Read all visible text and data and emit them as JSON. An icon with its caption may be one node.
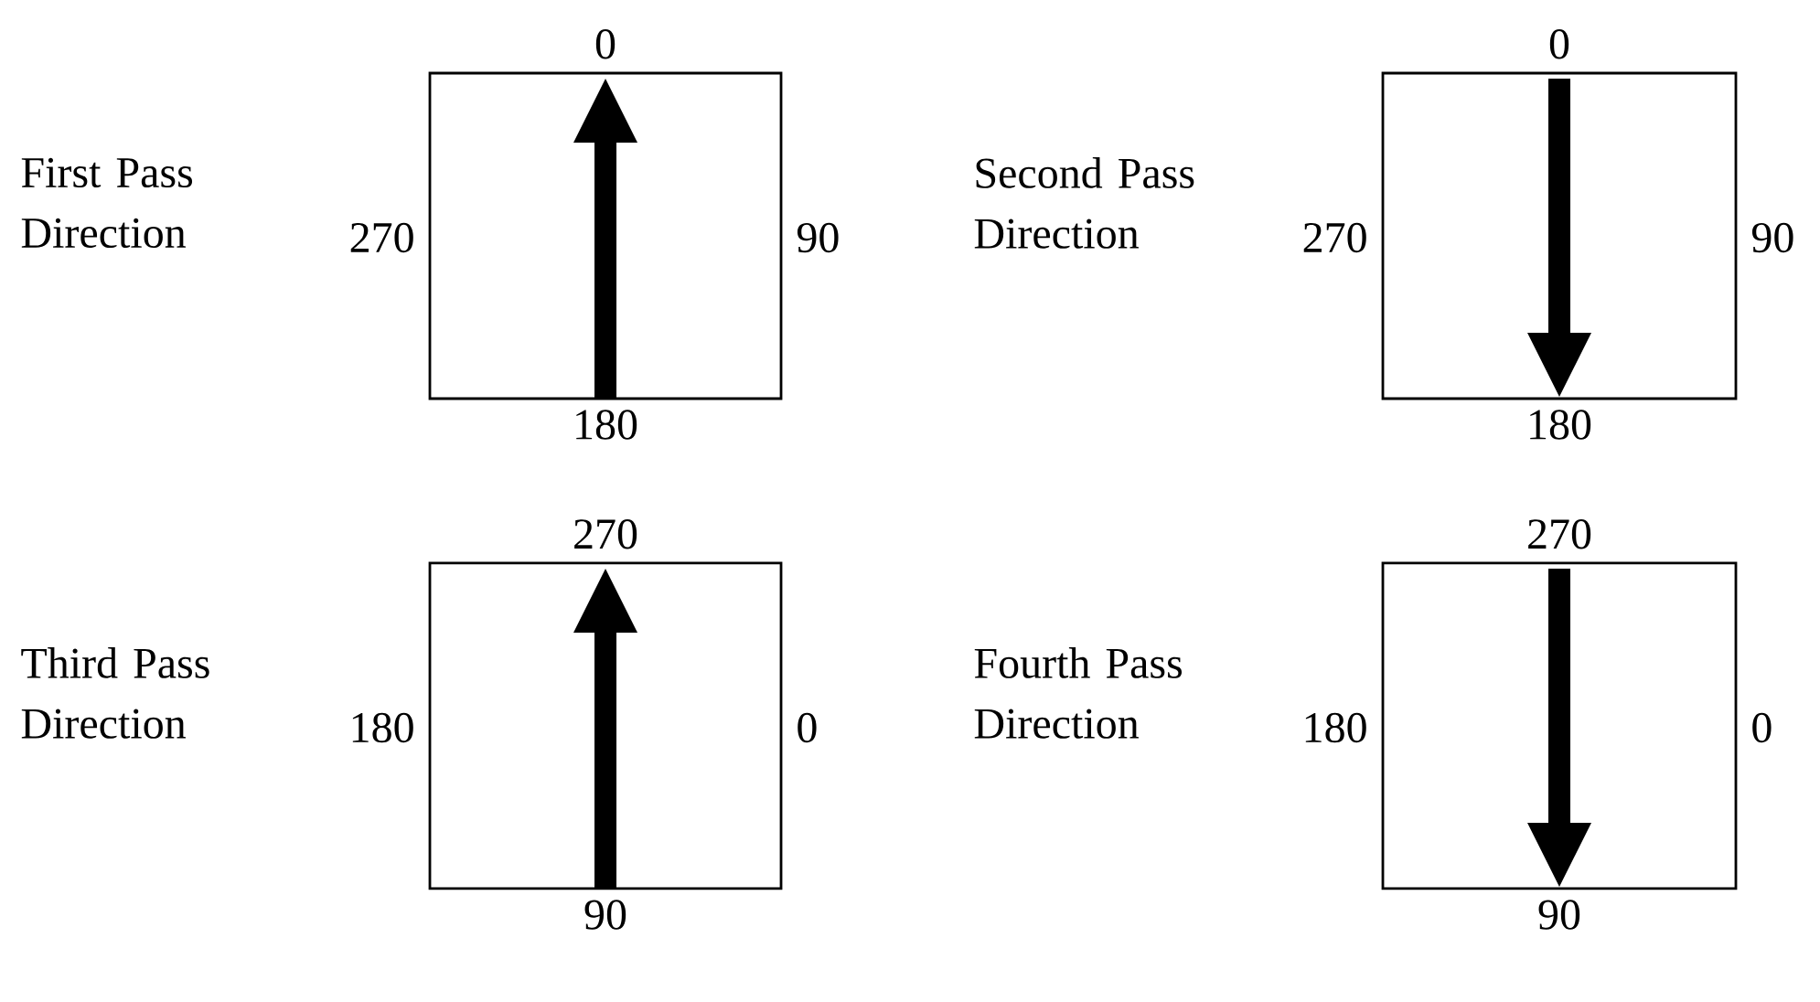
{
  "diagram": {
    "nodes": [
      {
        "text": [],
        "shape": "box",
        "beside": [
          "First Pass Direction",
          "0",
          "270",
          "90",
          "180"
        ]
      },
      {
        "text": [],
        "shape": "box",
        "beside": [
          "Second Pass Direction",
          "0",
          "270",
          "90",
          "180"
        ]
      },
      {
        "text": [],
        "shape": "box",
        "beside": [
          "Third Pass Direction",
          "270",
          "180",
          "0",
          "90"
        ]
      },
      {
        "text": [],
        "shape": "box",
        "beside": [
          "Fourth Pass Direction",
          "270",
          "180",
          "0",
          "90"
        ]
      }
    ]
  }
}
